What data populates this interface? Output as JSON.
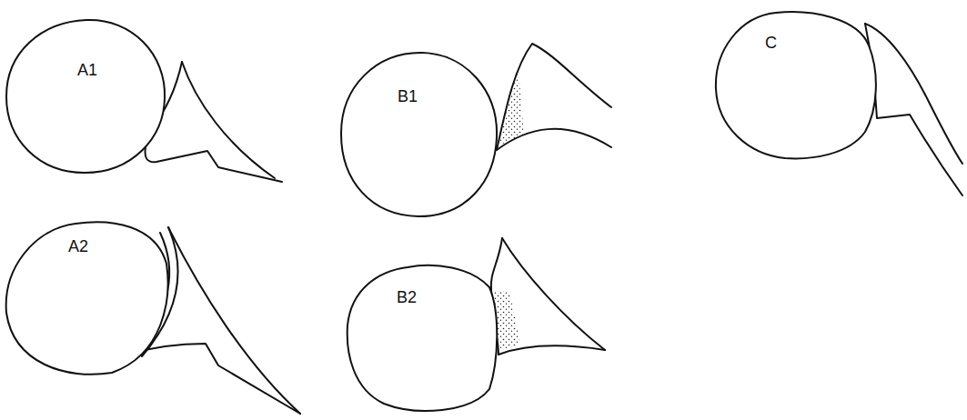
{
  "diagram": {
    "nodes": [
      {
        "text": [
          "A1"
        ]
      },
      {
        "text": [
          "B1"
        ]
      },
      {
        "text": [
          "C"
        ]
      },
      {
        "text": [
          "A2"
        ]
      },
      {
        "text": [
          "B2"
        ]
      }
    ]
  }
}
